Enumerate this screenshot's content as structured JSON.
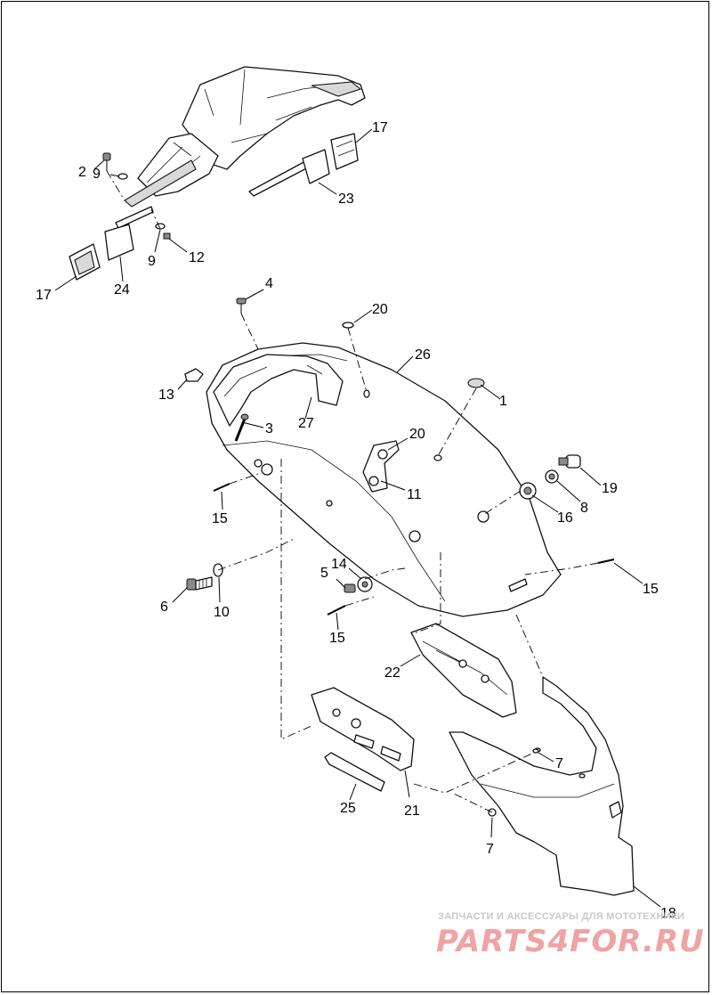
{
  "callouts": [
    "1",
    "2",
    "3",
    "4",
    "5",
    "6",
    "7",
    "7",
    "8",
    "9",
    "9",
    "10",
    "11",
    "12",
    "13",
    "14",
    "15",
    "15",
    "15",
    "16",
    "17",
    "17",
    "18",
    "19",
    "20",
    "20",
    "21",
    "22",
    "23",
    "24",
    "25",
    "26",
    "27"
  ],
  "watermark": {
    "tagline": "ЗАПЧАСТИ И АКСЕССУАРЫ ДЛЯ МОТОТЕХНИКИ",
    "logo": "PARTS4FOR.RU"
  },
  "colors": {
    "line": "#111111",
    "watermark_logo": "#f0a3a3",
    "watermark_text": "#c9c9c9"
  }
}
